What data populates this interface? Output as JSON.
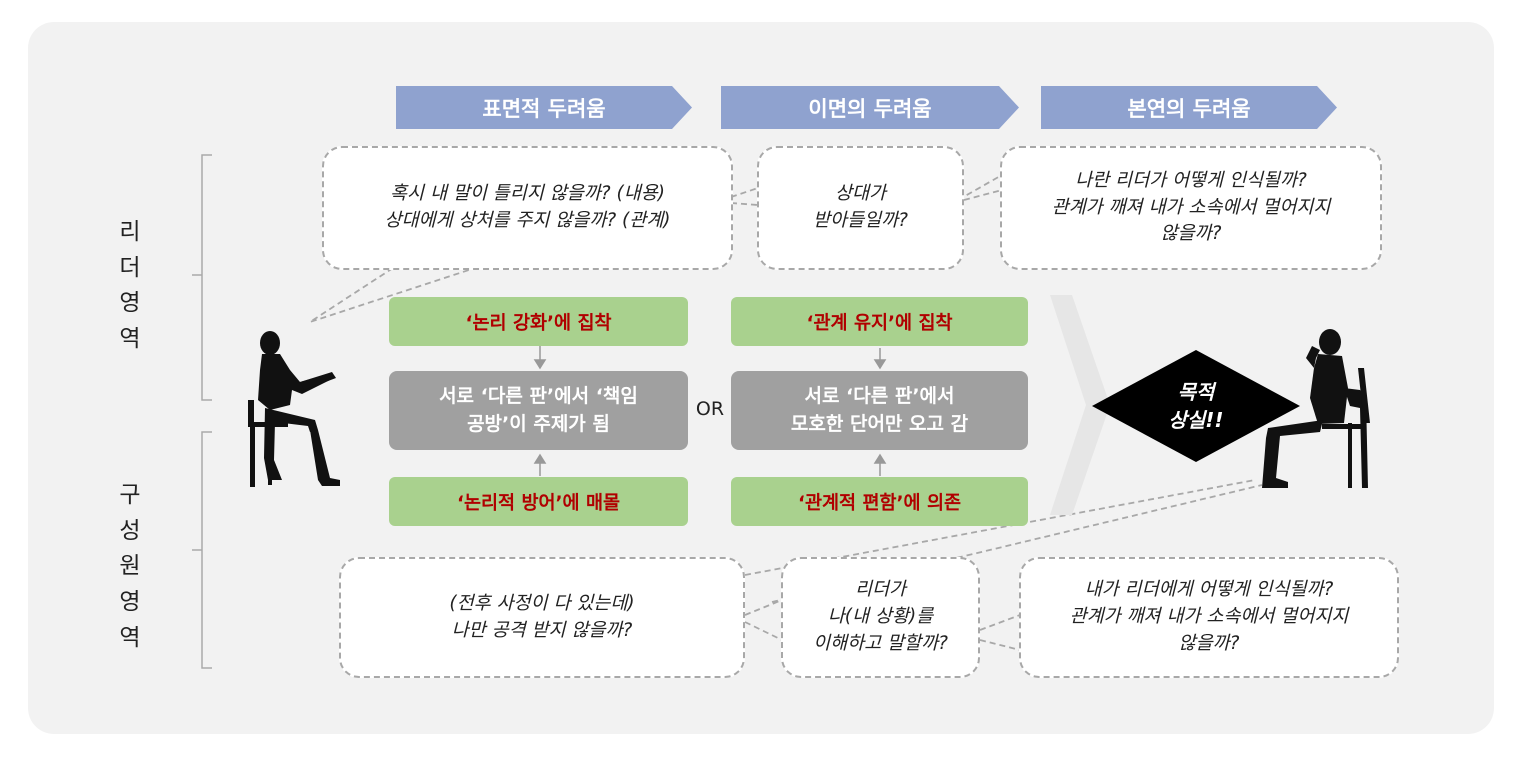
{
  "headers": [
    "표면적 두려움",
    "이면의 두려움",
    "본연의 두려움"
  ],
  "side_labels": {
    "leader": [
      "리",
      "더",
      "영",
      "역"
    ],
    "member": [
      "구",
      "성",
      "원",
      "영",
      "역"
    ]
  },
  "leader_bubbles": {
    "surface": [
      "혹시 내 말이 틀리지 않을까? (내용)",
      "상대에게 상처를 주지 않을까? (관계)"
    ],
    "hidden": [
      "상대가",
      "받아들일까?"
    ],
    "fundamental": [
      "나란 리더가 어떻게 인식될까?",
      "관계가 깨져  내가 소속에서 멀어지지",
      "않을까?"
    ]
  },
  "member_bubbles": {
    "surface": [
      "(전후 사정이 다 있는데)",
      "나만 공격 받지 않을까?"
    ],
    "hidden": [
      "리더가",
      "나(내 상황)를",
      "이해하고 말할까?"
    ],
    "fundamental": [
      "내가 리더에게 어떻게 인식될까?",
      "관계가 깨져  내가 소속에서 멀어지지",
      "않을까?"
    ]
  },
  "left_column": {
    "top": "‘논리 강화’에 집착",
    "middle": [
      "서로 ‘다른 판’에서 ‘책임",
      "공방’이 주제가 됨"
    ],
    "bottom": "‘논리적 방어’에 매몰"
  },
  "or_label": "OR",
  "right_column": {
    "top": "‘관계 유지’에 집착",
    "middle": [
      "서로 ‘다른 판’에서",
      "모호한 단어만 오고 감"
    ],
    "bottom": "‘관계적 편함’에 의존"
  },
  "result": [
    "목적",
    "상실!!"
  ],
  "colors": {
    "header": "#8fa2cf",
    "green_box": "#a9d18e",
    "green_text": "#b00000",
    "gray_box": "#a0a0a0",
    "result_diamond": "#000000",
    "panel": "#f2f2f2"
  }
}
